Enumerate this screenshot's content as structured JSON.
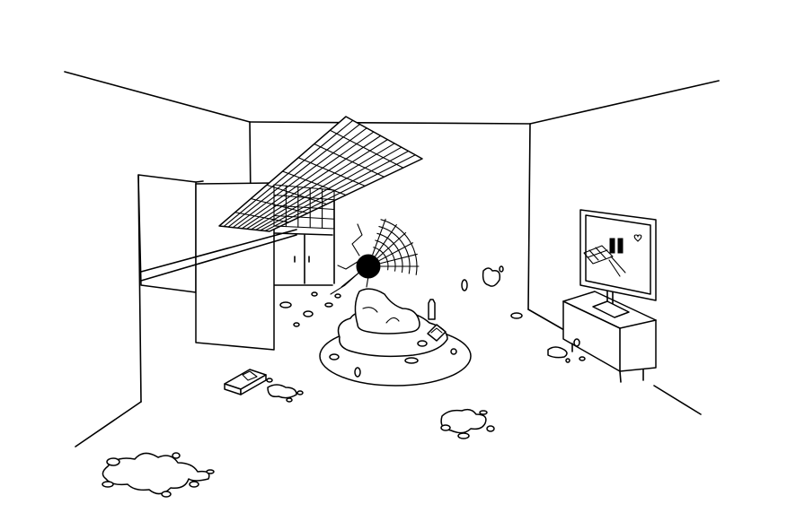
{
  "scene": {
    "background_color": "#ffffff",
    "line_color": "#000000",
    "objects": [
      "room",
      "fallen-ceiling-grid",
      "open-door",
      "black-hole",
      "beanbag-creature",
      "tv-with-stand",
      "pizza-box",
      "slime-splatters"
    ]
  },
  "hud": {
    "pause_icon": "pause-icon"
  }
}
